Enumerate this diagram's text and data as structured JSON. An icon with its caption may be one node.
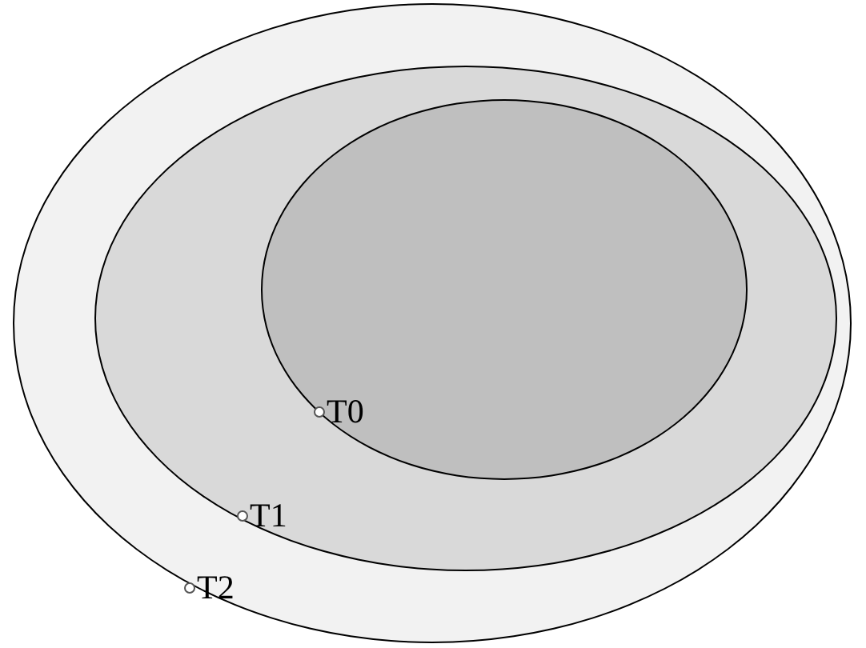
{
  "diagram": {
    "nodes": [
      {
        "text": [],
        "shape": "ellipse"
      },
      {
        "text": [],
        "shape": "ellipse",
        "in": 0
      },
      {
        "text": [],
        "shape": "ellipse",
        "in": 1
      },
      {
        "text": [
          "T0"
        ],
        "in": 2
      },
      {
        "text": [
          "T1"
        ],
        "in": 1
      },
      {
        "text": [
          "T2"
        ],
        "in": 0
      }
    ]
  }
}
